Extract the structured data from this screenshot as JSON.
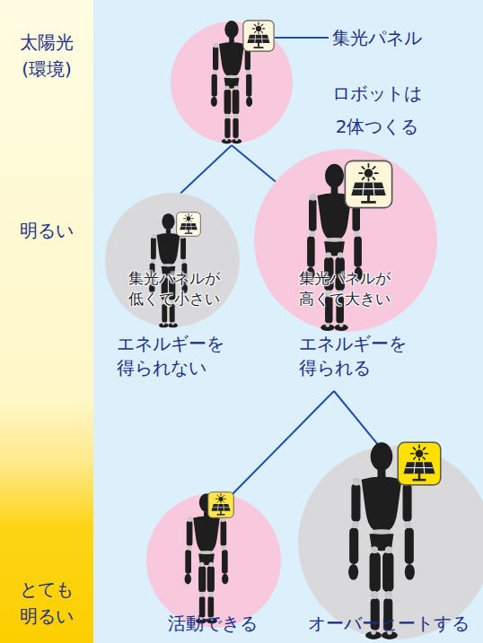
{
  "diagram": {
    "nodes": [
      {
        "text": []
      },
      {
        "text": [
          "集光パネルが 低くて小さい",
          "エネルギーを 得られない"
        ]
      },
      {
        "text": [
          "集光パネルが 高くて大きい",
          "エネルギーを 得られる"
        ]
      },
      {
        "text": [
          "活動できる"
        ]
      },
      {
        "text": [
          "オーバーヒートする"
        ]
      }
    ],
    "edges": [
      {
        "from": 0,
        "to": 1,
        "arrow": "none"
      },
      {
        "from": 0,
        "to": 2,
        "arrow": "none"
      },
      {
        "from": 2,
        "to": 3,
        "arrow": "none"
      },
      {
        "from": 2,
        "to": 4,
        "arrow": "none"
      }
    ],
    "labels": [
      "太陽光 (環境)",
      "集光パネル",
      "ロボットは 2体つくる",
      "明るい",
      "とても 明るい"
    ]
  }
}
